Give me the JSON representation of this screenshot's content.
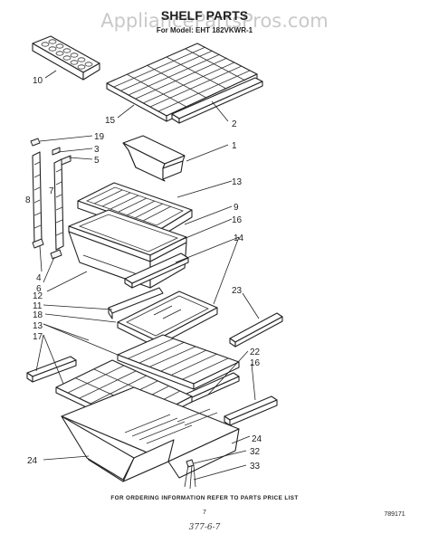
{
  "watermark": "AppliancePartsPros.com",
  "header": {
    "title": "SHELF PARTS",
    "model_line": "For Model: EHT 182VKWR-1"
  },
  "callouts": {
    "c10": "10",
    "c15": "15",
    "c2": "2",
    "c19": "19",
    "c3": "3",
    "c5": "5",
    "c1": "1",
    "c8": "8",
    "c7": "7",
    "c13a": "13",
    "c9": "9",
    "c16a": "16",
    "c14": "14",
    "c4": "4",
    "c6": "6",
    "c12": "12",
    "c23": "23",
    "c11": "11",
    "c18": "18",
    "c13b": "13",
    "c17": "17",
    "c22": "22",
    "c16b": "16",
    "c24a": "24",
    "c24b": "24",
    "c32": "32",
    "c33": "33"
  },
  "footer": {
    "ordering_note": "FOR ORDERING INFORMATION REFER TO PARTS PRICE LIST",
    "page_number": "7",
    "part_code": "789171",
    "handwritten": "377-6-7"
  }
}
